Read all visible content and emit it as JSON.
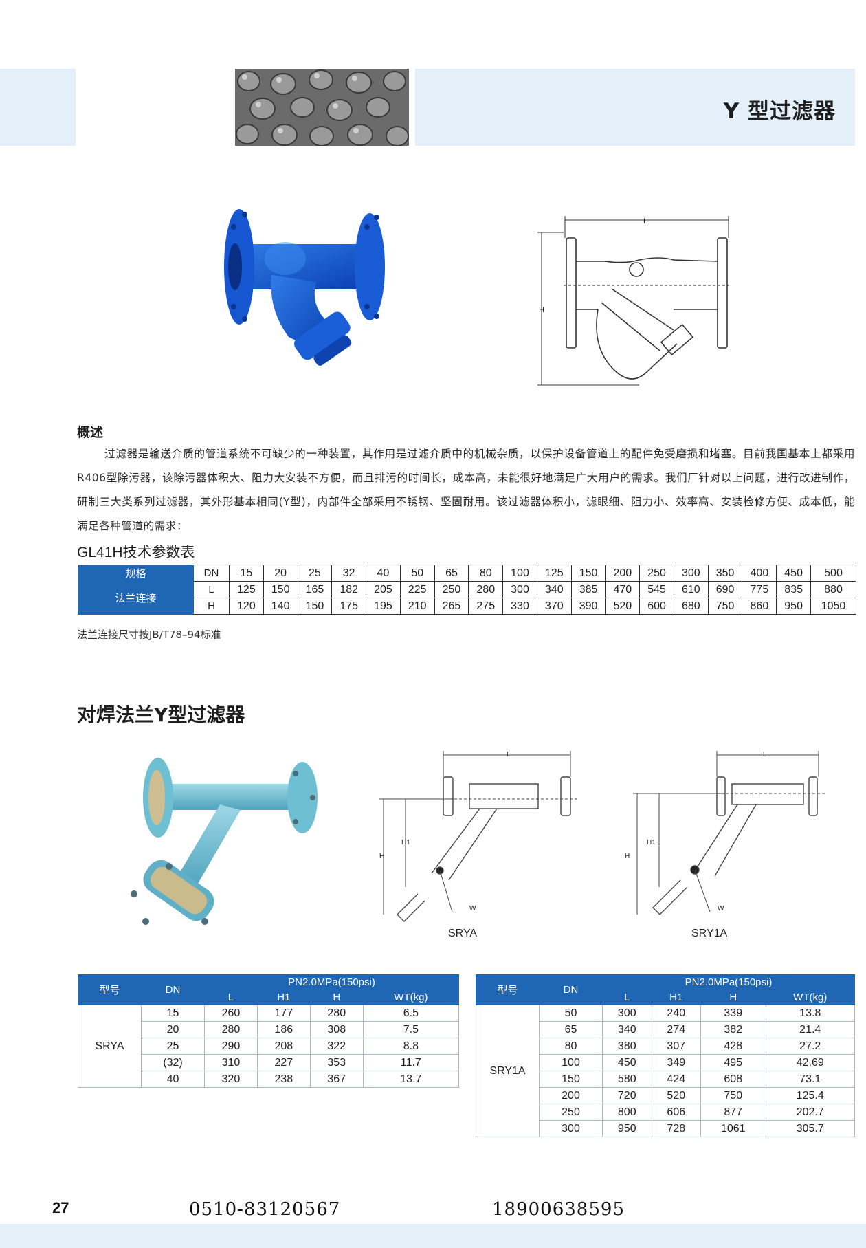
{
  "header": {
    "title": "Y 型过滤器"
  },
  "overview": {
    "heading": "概述",
    "text": "过滤器是输送介质的管道系统不可缺少的一种装置，其作用是过滤介质中的机械杂质，以保护设备管道上的配件免受磨损和堵塞。目前我国基本上都采用R406型除污器，该除污器体积大、阻力大安装不方便，而且排污的时间长，成本高，未能很好地满足广大用户的需求。我们厂针对以上问题，进行改进制作，研制三大类系列过滤器，其外形基本相同(Y型)，内部件全部采用不锈钢、坚固耐用。该过滤器体积小，滤眼细、阻力小、效率高、安装检修方便、成本低，能满足各种管道的需求："
  },
  "gl41h": {
    "heading": "GL41H技术参数表",
    "spec_label": "规格",
    "flange_label": "法兰连接",
    "row_labels": [
      "DN",
      "L",
      "H"
    ],
    "DN": [
      "15",
      "20",
      "25",
      "32",
      "40",
      "50",
      "65",
      "80",
      "100",
      "125",
      "150",
      "200",
      "250",
      "300",
      "350",
      "400",
      "450",
      "500"
    ],
    "L": [
      "125",
      "150",
      "165",
      "182",
      "205",
      "225",
      "250",
      "280",
      "300",
      "340",
      "385",
      "470",
      "545",
      "610",
      "690",
      "775",
      "835",
      "880"
    ],
    "H": [
      "120",
      "140",
      "150",
      "175",
      "195",
      "210",
      "265",
      "275",
      "330",
      "370",
      "390",
      "520",
      "600",
      "680",
      "750",
      "860",
      "950",
      "1050"
    ],
    "note": "法兰连接尺寸按JB/T78–94标准"
  },
  "butt_weld": {
    "heading": "对焊法兰Y型过滤器"
  },
  "drawings": {
    "top_L": "L",
    "top_H": "H",
    "srya_label": "SRYA",
    "sry1a_label": "SRY1A",
    "L": "L",
    "H": "H",
    "H1": "H1",
    "W": "W"
  },
  "sry_headers": {
    "model": "型号",
    "dn": "DN",
    "pressure": "PN2.0MPa(150psi)",
    "cols": [
      "L",
      "H1",
      "H",
      "WT(kg)"
    ]
  },
  "srya": {
    "model": "SRYA",
    "rows": [
      [
        "15",
        "260",
        "177",
        "280",
        "6.5"
      ],
      [
        "20",
        "280",
        "186",
        "308",
        "7.5"
      ],
      [
        "25",
        "290",
        "208",
        "322",
        "8.8"
      ],
      [
        "(32)",
        "310",
        "227",
        "353",
        "11.7"
      ],
      [
        "40",
        "320",
        "238",
        "367",
        "13.7"
      ]
    ]
  },
  "sry1a": {
    "model": "SRY1A",
    "rows": [
      [
        "50",
        "300",
        "240",
        "339",
        "13.8"
      ],
      [
        "65",
        "340",
        "274",
        "382",
        "21.4"
      ],
      [
        "80",
        "380",
        "307",
        "428",
        "27.2"
      ],
      [
        "100",
        "450",
        "349",
        "495",
        "42.69"
      ],
      [
        "150",
        "580",
        "424",
        "608",
        "73.1"
      ],
      [
        "200",
        "720",
        "520",
        "750",
        "125.4"
      ],
      [
        "250",
        "800",
        "606",
        "877",
        "202.7"
      ],
      [
        "300",
        "950",
        "728",
        "1061",
        "305.7"
      ]
    ]
  },
  "footer": {
    "page_number": "27",
    "phone1": "0510-83120567",
    "phone2": "18900638595"
  }
}
